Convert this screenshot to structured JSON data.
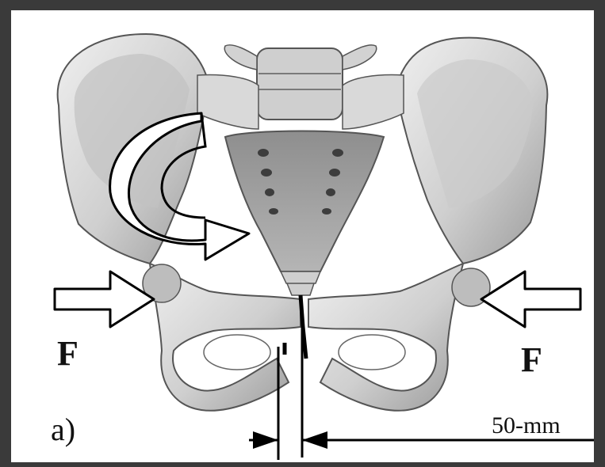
{
  "labels": {
    "force_left": "F",
    "force_right": "F",
    "panel": "a)",
    "distance": "50-mm"
  },
  "colors": {
    "frame": "#3a3a3a",
    "background": "#ffffff",
    "bone_fill": "#d6d6d6",
    "bone_shade": "#a9a9a9",
    "bone_outline": "#555555",
    "arrow_stroke": "#000000",
    "arrow_fill": "#ffffff"
  },
  "icons": [
    "pelvis-illustration",
    "force-arrow-left",
    "force-arrow-right",
    "rotation-arrow",
    "dimension-marker"
  ]
}
